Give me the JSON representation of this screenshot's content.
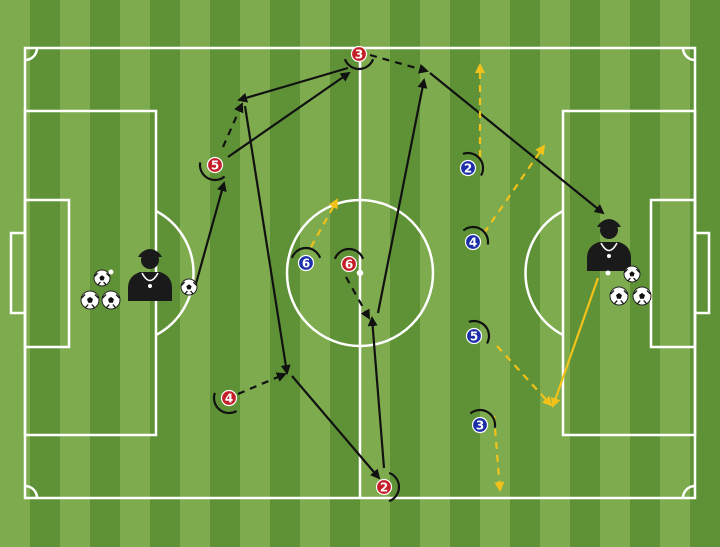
{
  "colors": {
    "grass_light": "#7dab4d",
    "grass_dark": "#5f9236",
    "lines": "#ffffff",
    "team_red": "#c41e28",
    "team_blue": "#1c2fa8",
    "pass": "#111111",
    "run": "#111111",
    "yellow": "#f2c21b",
    "coach": "#1a1a1a"
  },
  "players": [
    {
      "team": "red",
      "label": "3"
    },
    {
      "team": "red",
      "label": "5"
    },
    {
      "team": "red",
      "label": "6"
    },
    {
      "team": "red",
      "label": "4"
    },
    {
      "team": "red",
      "label": "2"
    },
    {
      "team": "blue",
      "label": "6"
    },
    {
      "team": "blue",
      "label": "2"
    },
    {
      "team": "blue",
      "label": "4"
    },
    {
      "team": "blue",
      "label": "5"
    },
    {
      "team": "blue",
      "label": "3"
    }
  ],
  "icons": [
    "coach-icon",
    "ball-icon",
    "cone-icon"
  ]
}
